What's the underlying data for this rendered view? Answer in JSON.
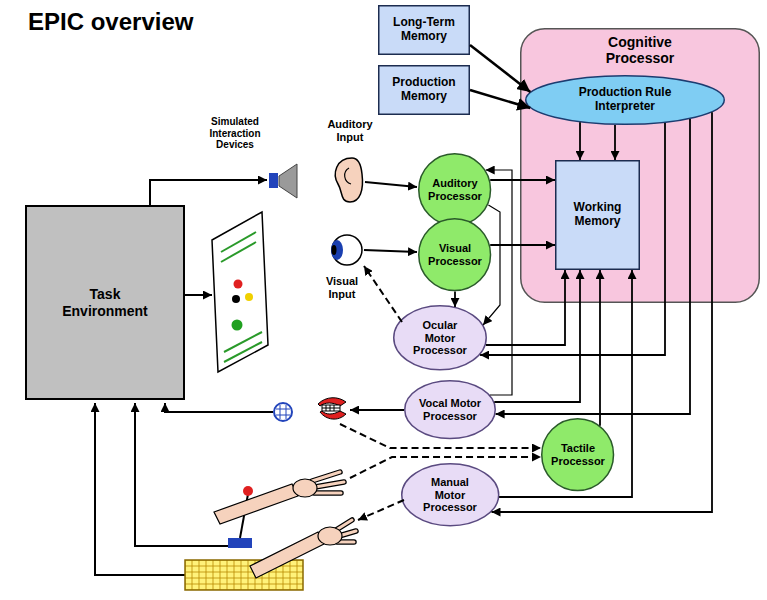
{
  "diagram": {
    "title": "EPIC overview",
    "nodes": [
      {
        "text": [
          "Long-Term Memory"
        ]
      },
      {
        "text": [
          "Production Memory"
        ]
      },
      {
        "text": [
          "Cognitive Processor"
        ]
      },
      {
        "text": [
          "Production Rule Interpreter"
        ],
        "in": 2
      },
      {
        "text": [
          "Working Memory"
        ],
        "in": 2
      },
      {
        "text": [
          "Task Environment"
        ]
      },
      {
        "text": [
          "Auditory Processor"
        ]
      },
      {
        "text": [
          "Visual Processor"
        ]
      },
      {
        "text": [
          "Ocular Motor Processor"
        ]
      },
      {
        "text": [
          "Vocal Motor Processor"
        ]
      },
      {
        "text": [
          "Tactile Processor"
        ]
      },
      {
        "text": [
          "Manual Motor Processor"
        ]
      }
    ],
    "edges": [
      {
        "from": 0,
        "to": 3,
        "arrow": "to"
      },
      {
        "from": 1,
        "to": 3,
        "arrow": "to"
      },
      {
        "from": 3,
        "to": 4,
        "arrow": "to"
      },
      {
        "from": 3,
        "to": 4,
        "arrow": "to"
      },
      {
        "from": 6,
        "to": 4,
        "arrow": "to"
      },
      {
        "from": 7,
        "to": 4,
        "arrow": "to"
      },
      {
        "from": 7,
        "to": 8,
        "arrow": "to"
      },
      {
        "from": 6,
        "to": 8,
        "arrow": "to"
      },
      {
        "from": 9,
        "to": 6,
        "arrow": "to"
      },
      {
        "from": 8,
        "to": 4,
        "arrow": "to"
      },
      {
        "from": 3,
        "to": 8,
        "arrow": "to"
      },
      {
        "from": 9,
        "to": 4,
        "arrow": "to"
      },
      {
        "from": 3,
        "to": 9,
        "arrow": "to"
      },
      {
        "from": 10,
        "to": 4,
        "arrow": "to"
      },
      {
        "from": 11,
        "to": 4,
        "arrow": "to"
      },
      {
        "from": 3,
        "to": 11,
        "arrow": "to"
      }
    ],
    "labels": [
      "Simulated Interaction Devices",
      "Auditory Input",
      "Visual Input"
    ]
  }
}
